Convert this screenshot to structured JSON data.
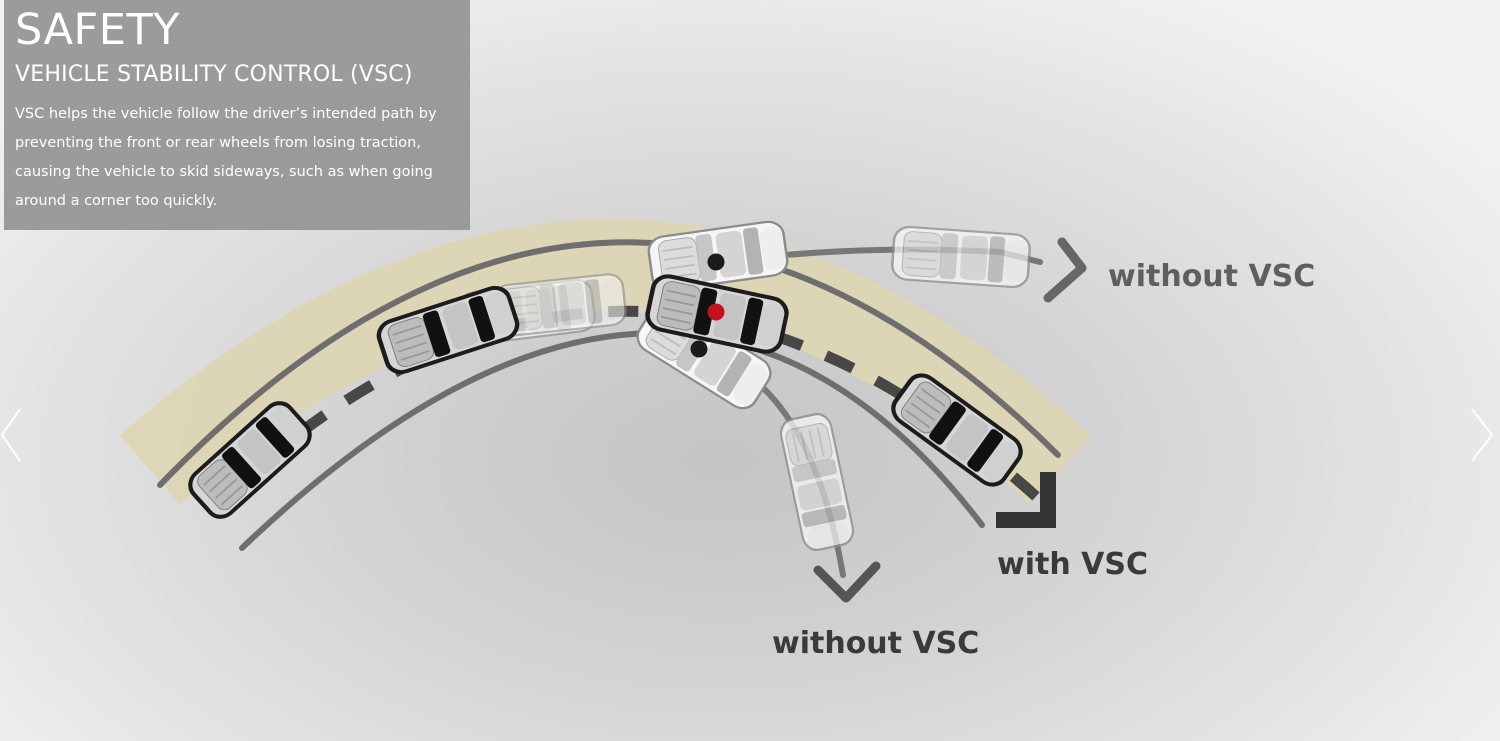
{
  "panel": {
    "title": "SAFETY",
    "subtitle": "VEHICLE STABILITY CONTROL (VSC)",
    "body": "VSC helps the vehicle follow the driver’s intended path by preventing the front or rear wheels from losing traction, causing the vehicle to skid sideways, such as when going around a corner too quickly."
  },
  "diagram": {
    "label_oversteer": "without VSC",
    "label_with": "with VSC",
    "label_understeer": "without VSC"
  },
  "colors": {
    "panel_bg": "#949494",
    "road_fill": "#ddd6b4",
    "road_edge": "#6e6e6e",
    "path_dash": "#4a4a4a",
    "arrow_dark": "#333333",
    "arrow_light": "#666666",
    "dot_red": "#c2121c",
    "dot_black": "#1b1b1b"
  },
  "icons": {
    "prev": "chevron-left-icon",
    "next": "chevron-right-icon"
  }
}
